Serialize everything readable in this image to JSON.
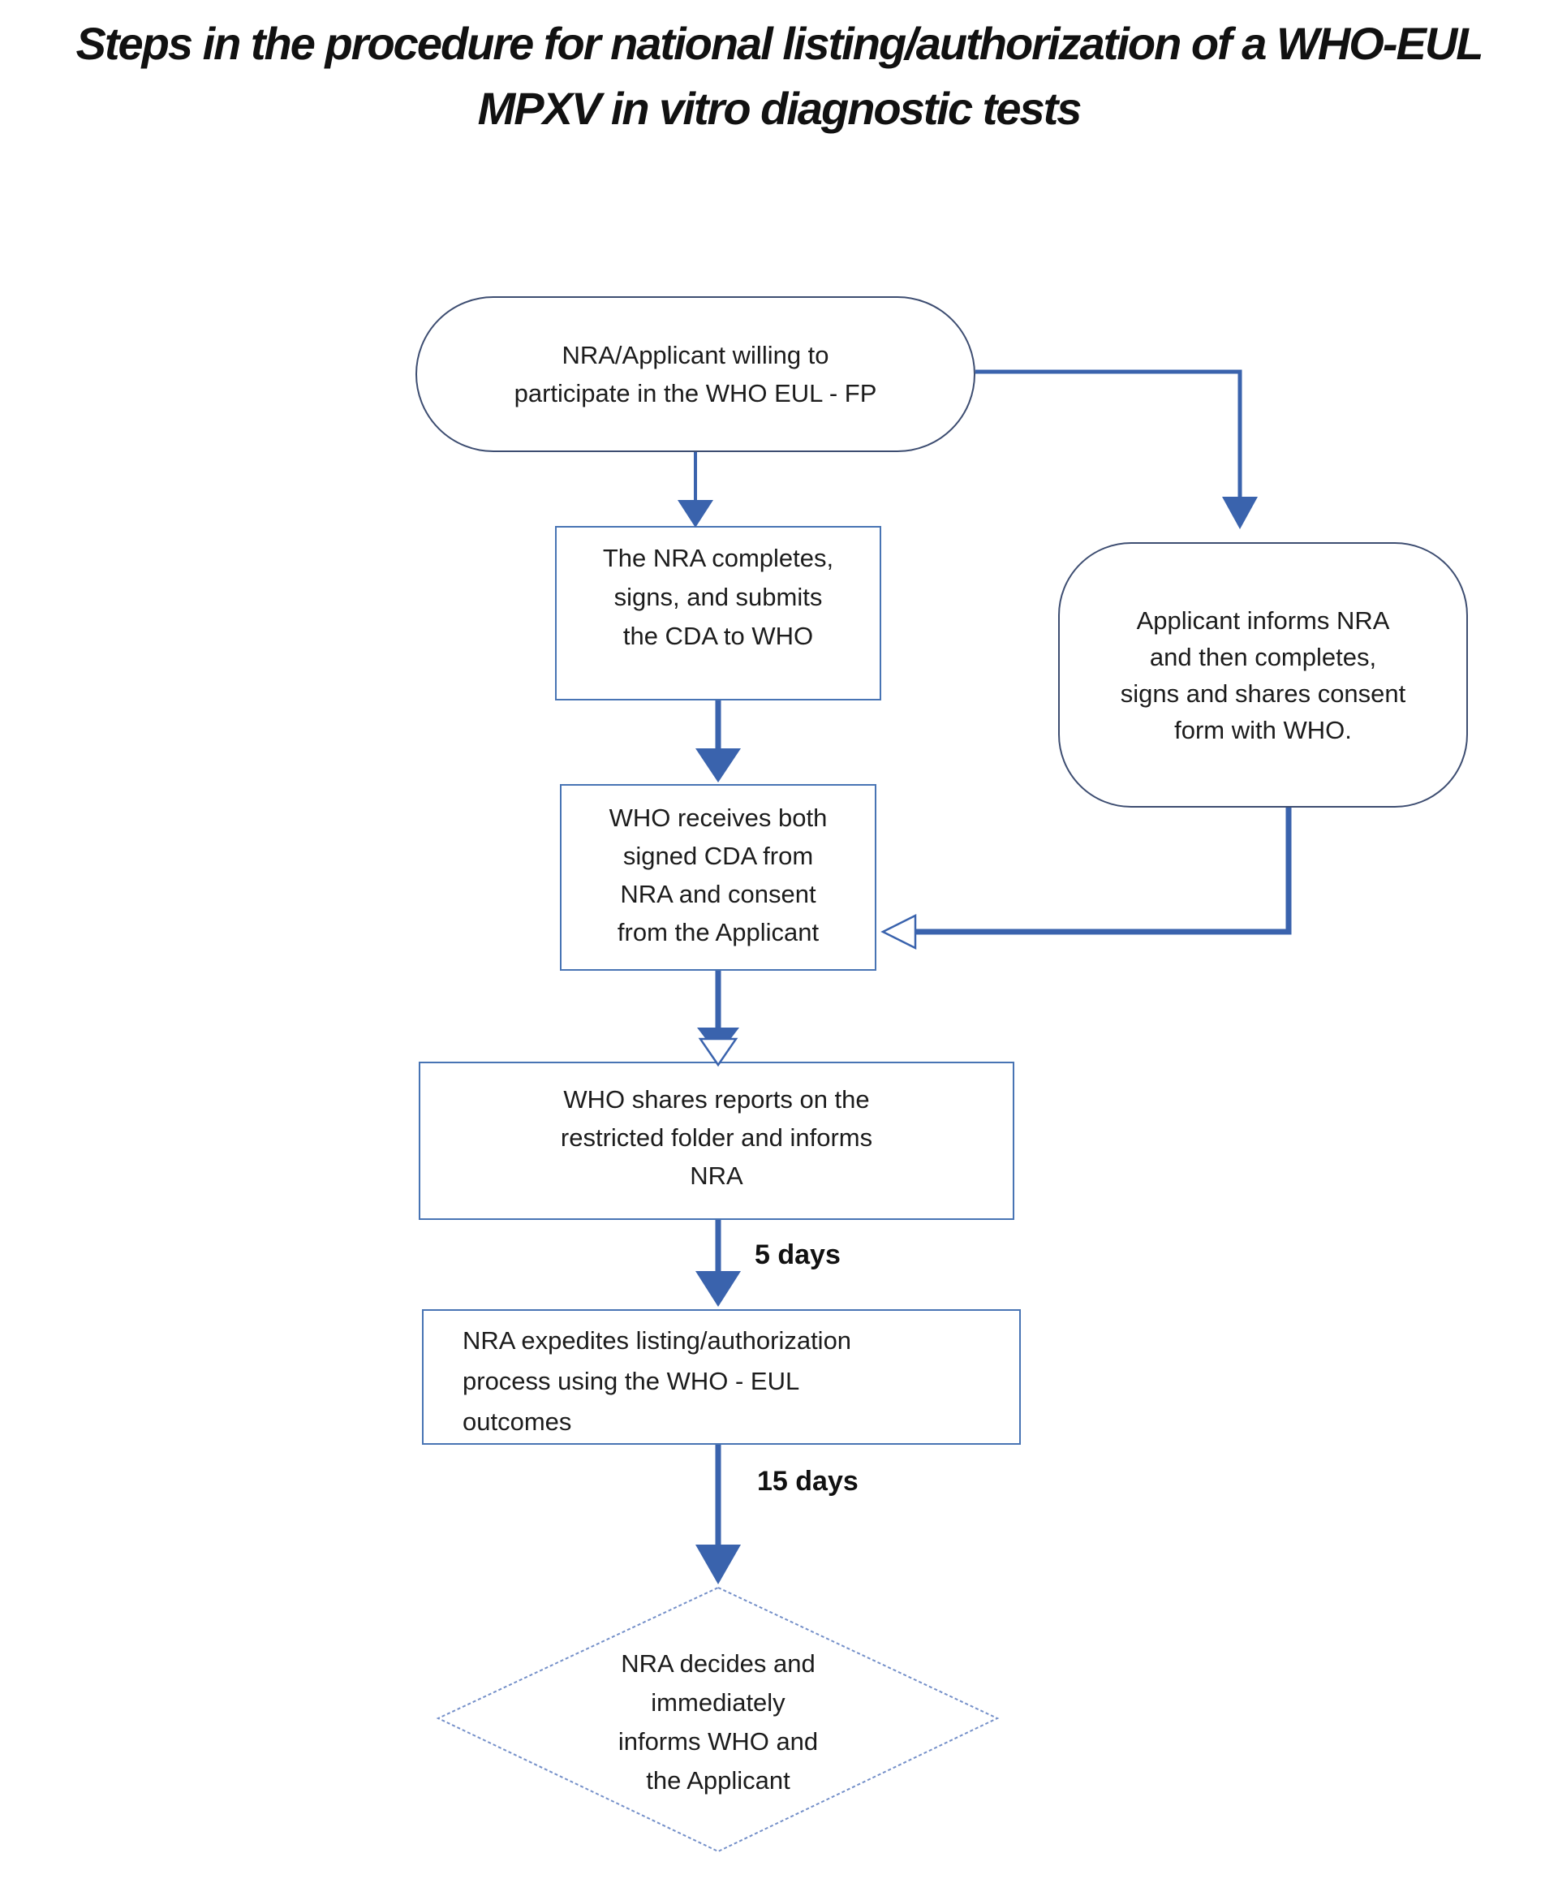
{
  "title": "Steps in the procedure for national listing/authorization of a WHO-EUL\nMPXV in vitro diagnostic tests",
  "nodes": {
    "start": {
      "shape": "stadium",
      "text": "NRA/Applicant willing to\nparticipate in the WHO EUL - FP"
    },
    "cda": {
      "shape": "rectangle",
      "text": "The NRA completes,\nsigns, and submits\nthe CDA to WHO"
    },
    "consent": {
      "shape": "rounded-rectangle",
      "text": "Applicant informs NRA\nand then completes,\nsigns and shares consent\nform with WHO."
    },
    "receives": {
      "shape": "rectangle",
      "text": "WHO receives both\nsigned CDA from\nNRA and consent\nfrom the Applicant"
    },
    "shares": {
      "shape": "rectangle",
      "text": "WHO shares reports on the\nrestricted folder and informs\nNRA"
    },
    "expedites": {
      "shape": "rectangle",
      "text": "NRA expedites listing/authorization\nprocess using the WHO - EUL\noutcomes"
    },
    "decides": {
      "shape": "diamond",
      "text": "NRA decides and\nimmediately\ninforms WHO and\nthe Applicant"
    }
  },
  "labels": {
    "five_days": "5 days",
    "fifteen_days": "15 days"
  },
  "colors": {
    "background": "#ffffff",
    "text": "#1c1c1c",
    "arrow": "#3a63ad",
    "rect_border": "#4874b4",
    "rounded_border": "#3d4d71",
    "diamond_border": "#7590c9"
  }
}
